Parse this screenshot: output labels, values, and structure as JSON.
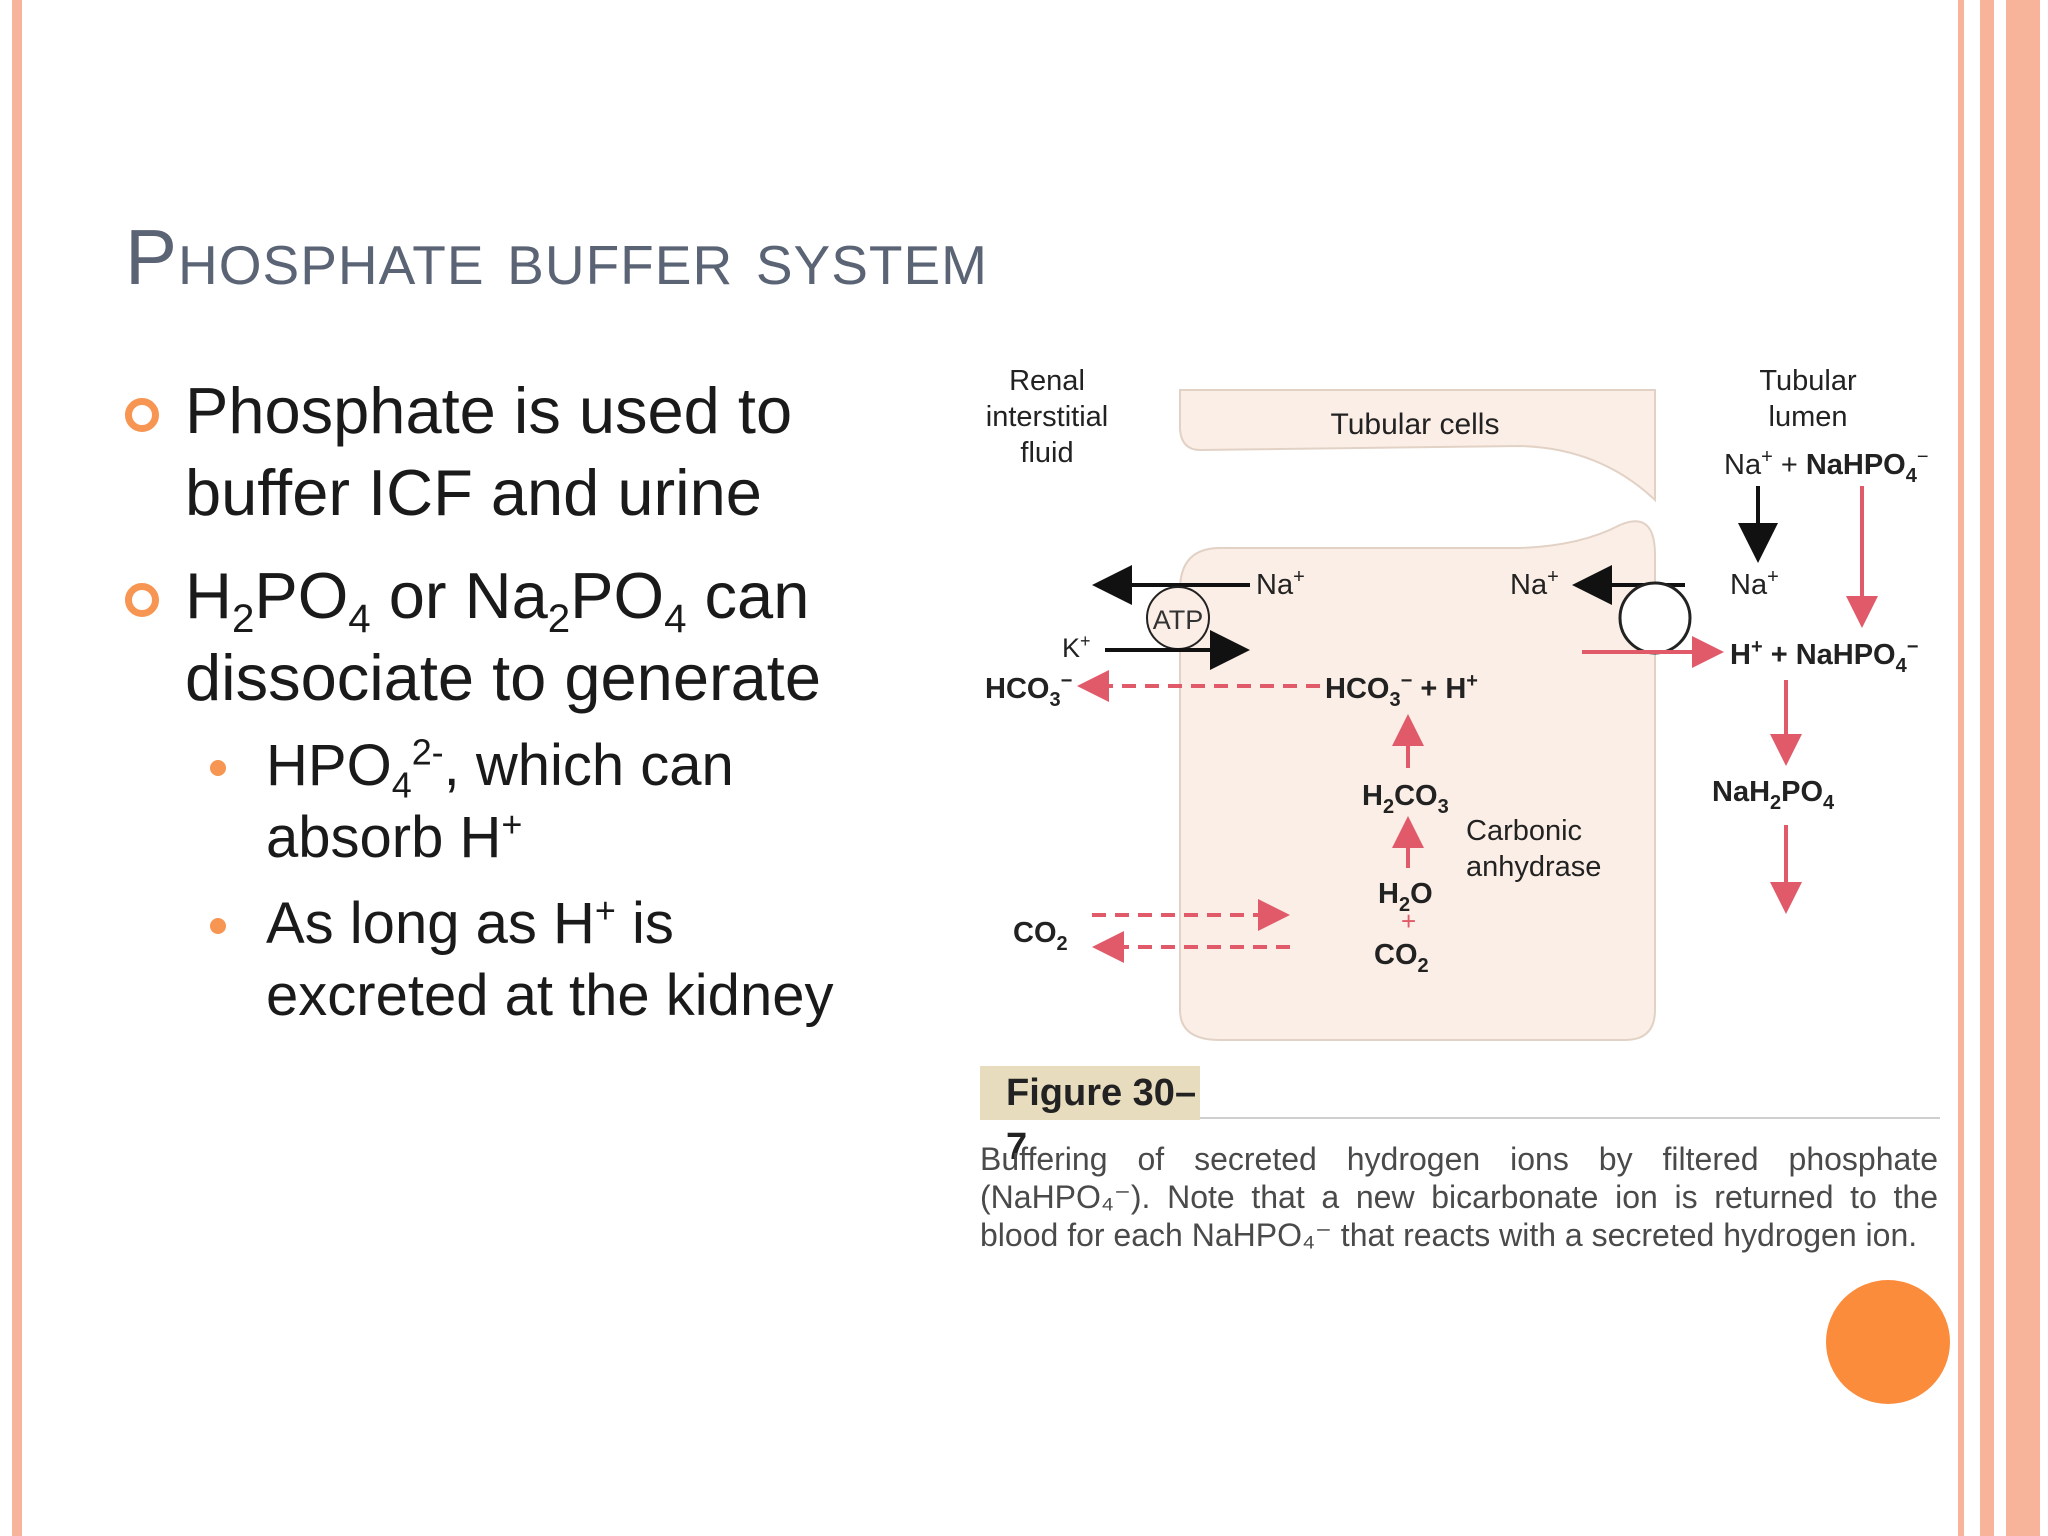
{
  "slide": {
    "title": "Phosphate buffer system",
    "bullets": [
      {
        "line1": "Phosphate is used to",
        "line2": "buffer ICF and urine"
      },
      {
        "line2": "dissociate to generate"
      }
    ],
    "sub_bullets": [
      {
        "line2": "absorb H"
      },
      {
        "line2": "excreted at the kidney"
      }
    ]
  },
  "figure": {
    "label": "Figure 30–7",
    "regions": {
      "renal_1": "Renal",
      "renal_2": "interstitial",
      "renal_3": "fluid",
      "tubular_cells": "Tubular cells",
      "lumen_1": "Tubular",
      "lumen_2": "lumen"
    },
    "species": {
      "atp": "ATP",
      "k": "K",
      "carbonic_1": "Carbonic",
      "carbonic_2": "anhydrase"
    },
    "caption": "Buffering of secreted hydrogen ions by filtered phosphate (NaHPO₄⁻). Note that a new bicarbonate ion is returned to the blood for each NaHPO₄⁻ that reacts with a secreted hydrogen ion."
  },
  "colors": {
    "accent": "#f79552",
    "title": "#5b6475",
    "cell_fill": "#fbeee6",
    "arrow_red": "#e05a6a",
    "label_bg": "#e8dcbf",
    "decor_circle": "#fb8c3c"
  }
}
